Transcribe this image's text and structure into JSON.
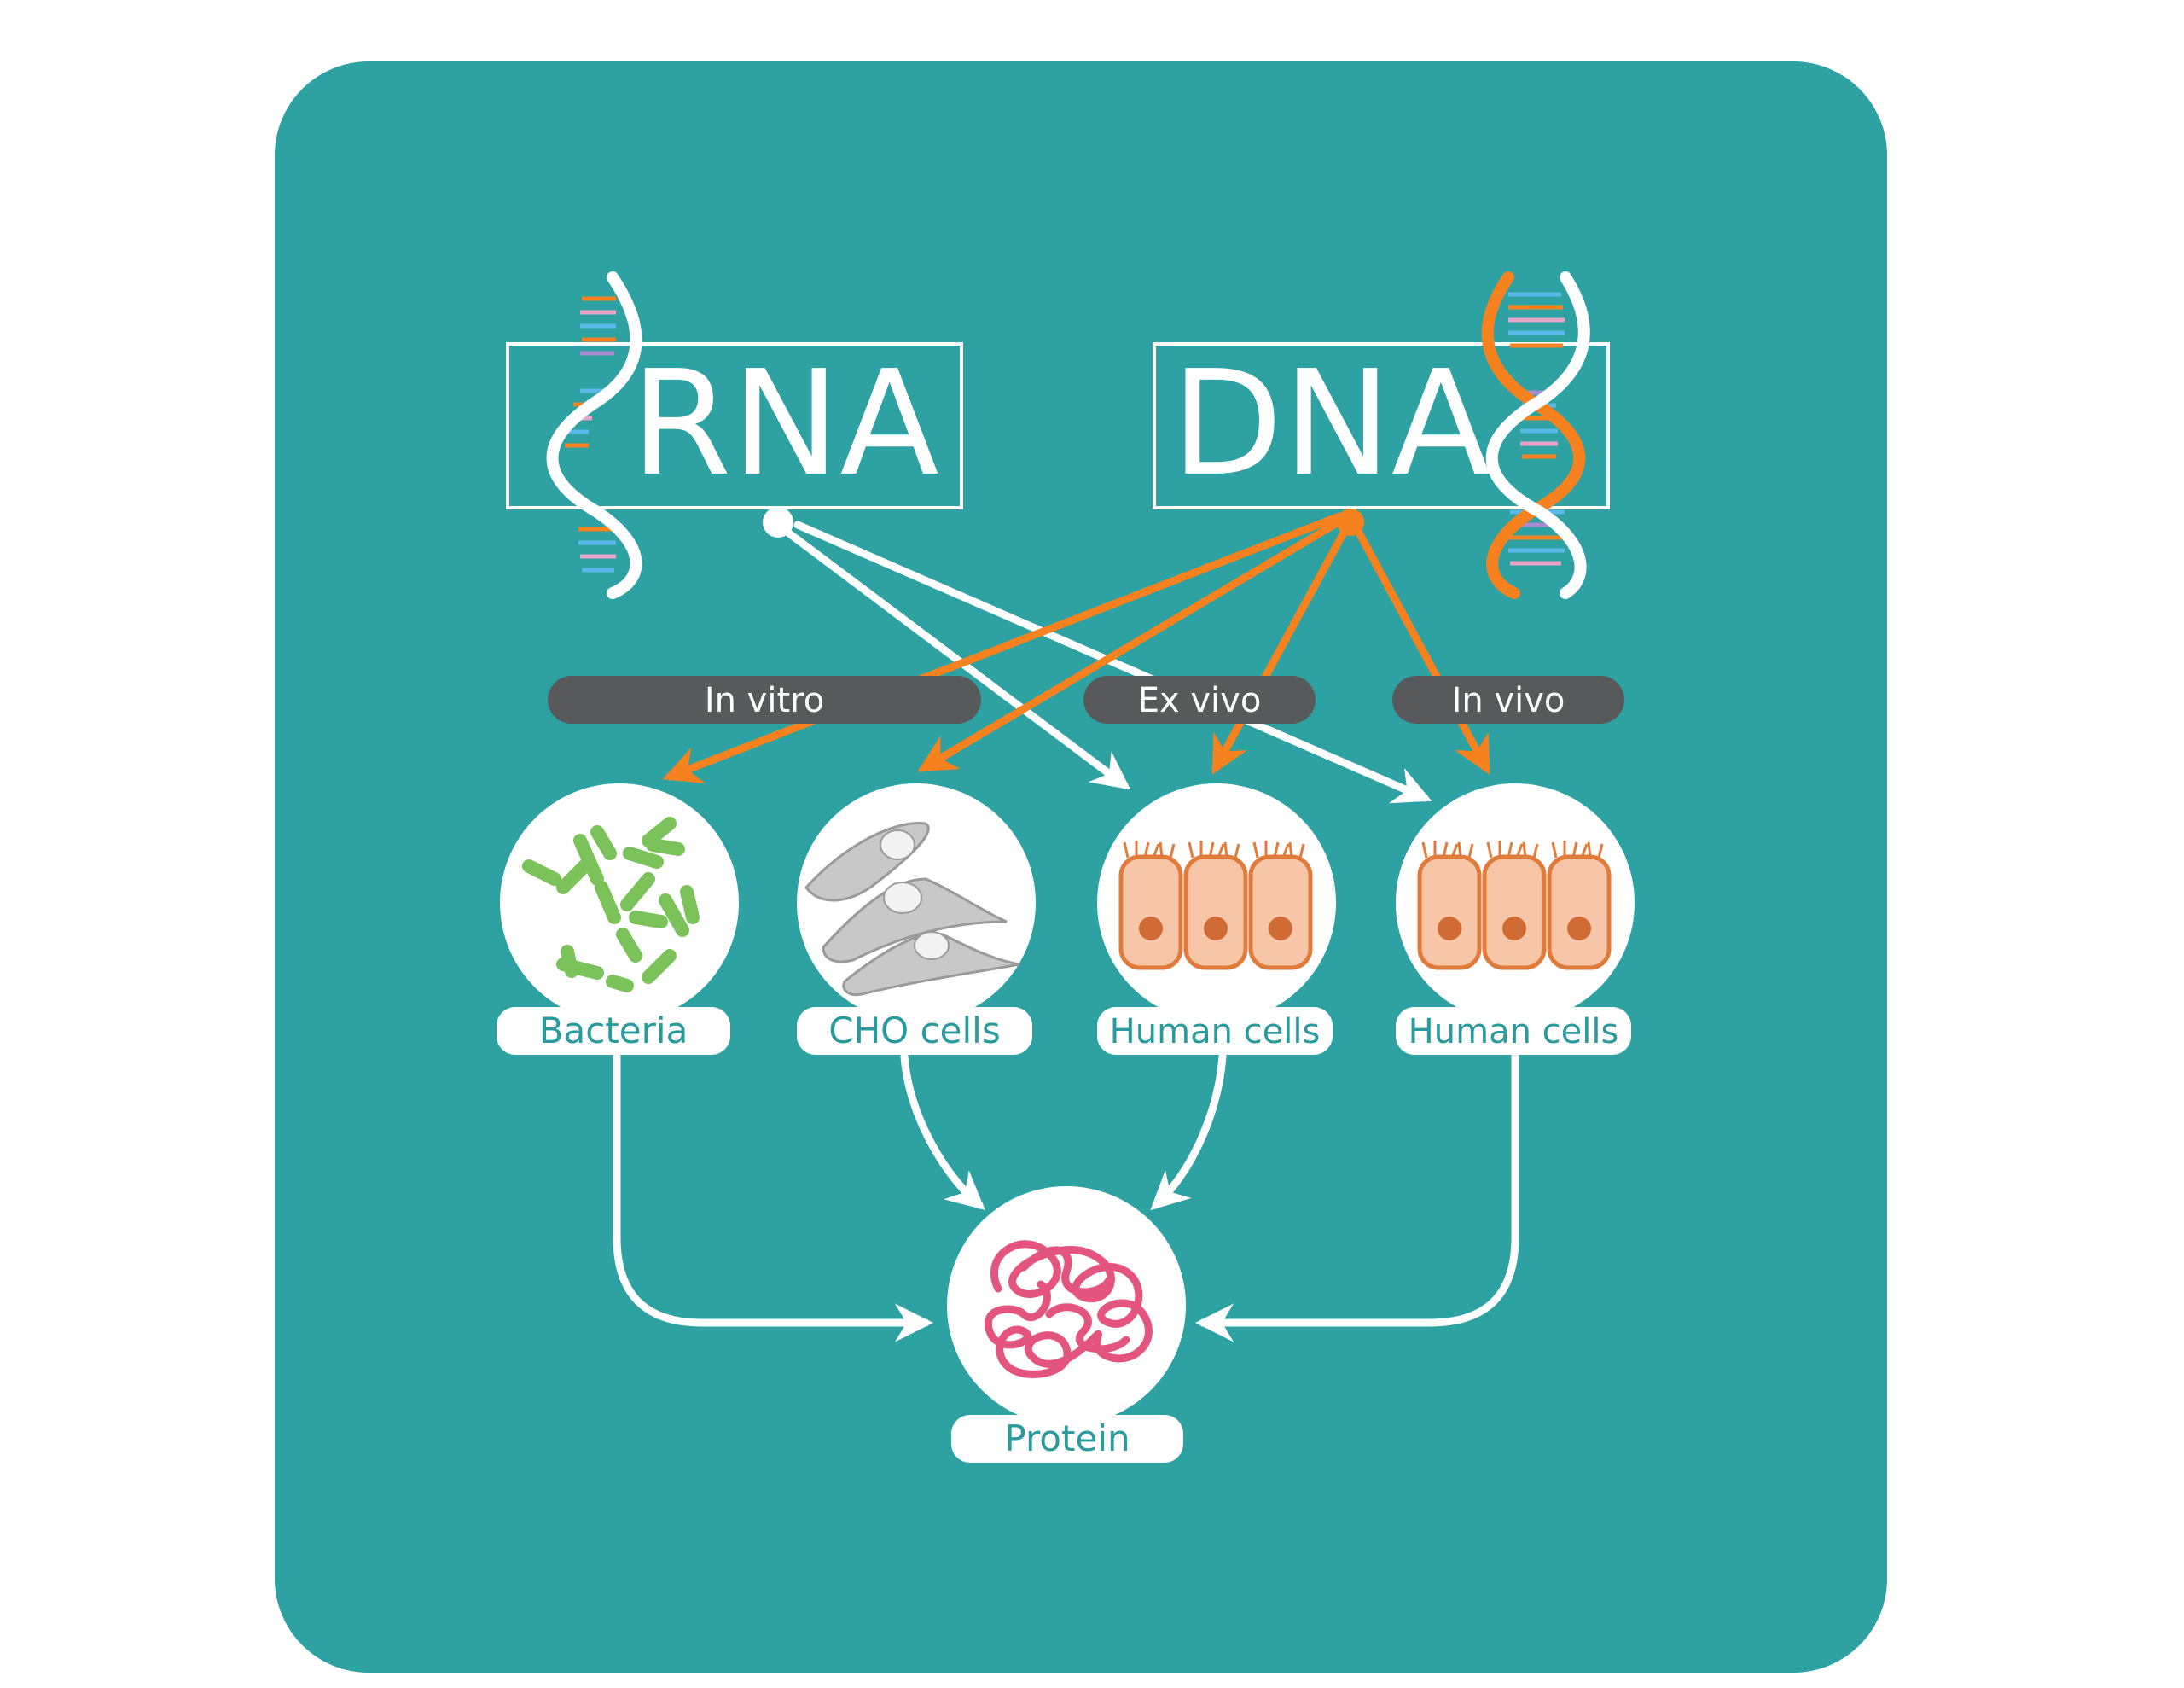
{
  "colors": {
    "background_panel": "#2ea1a2",
    "white": "#ffffff",
    "orange_arrow": "#f5821f",
    "dark_label": "#58595b",
    "teal_text": "#2a9a9c",
    "bacteria_green": "#7bc25a",
    "cell_fill": "#f7c5a8",
    "cell_stroke": "#e07b3c",
    "nucleus": "#d16b35",
    "protein_pink": "#e3547f",
    "cho_gray": "#c8c8c8"
  },
  "sources": {
    "rna": {
      "label": "RNA",
      "icon": "rna-helix-icon"
    },
    "dna": {
      "label": "DNA",
      "icon": "dna-double-helix-icon"
    }
  },
  "methods": [
    {
      "id": "in-vitro",
      "label": "In vitro"
    },
    {
      "id": "ex-vivo",
      "label": "Ex vivo"
    },
    {
      "id": "in-vivo",
      "label": "In vivo"
    }
  ],
  "hosts": [
    {
      "id": "bacteria",
      "label": "Bacteria",
      "icon": "bacteria-icon"
    },
    {
      "id": "cho",
      "label": "CHO cells",
      "icon": "cho-cells-icon"
    },
    {
      "id": "human-ex",
      "label": "Human cells",
      "icon": "human-cells-icon"
    },
    {
      "id": "human-in",
      "label": "Human cells",
      "icon": "human-cells-icon"
    }
  ],
  "product": {
    "label": "Protein",
    "icon": "protein-icon"
  },
  "edges": [
    {
      "from": "RNA",
      "to": "Human cells (Ex vivo)",
      "color": "white"
    },
    {
      "from": "RNA",
      "to": "Human cells (In vivo)",
      "color": "white"
    },
    {
      "from": "DNA",
      "to": "Bacteria",
      "color": "orange"
    },
    {
      "from": "DNA",
      "to": "CHO cells",
      "color": "orange"
    },
    {
      "from": "DNA",
      "to": "Human cells (Ex vivo)",
      "color": "orange"
    },
    {
      "from": "DNA",
      "to": "Human cells (In vivo)",
      "color": "orange"
    },
    {
      "from": "Bacteria",
      "to": "Protein",
      "color": "white"
    },
    {
      "from": "CHO cells",
      "to": "Protein",
      "color": "white"
    },
    {
      "from": "Human cells (Ex vivo)",
      "to": "Protein",
      "color": "white"
    },
    {
      "from": "Human cells (In vivo)",
      "to": "Protein",
      "color": "white"
    }
  ]
}
